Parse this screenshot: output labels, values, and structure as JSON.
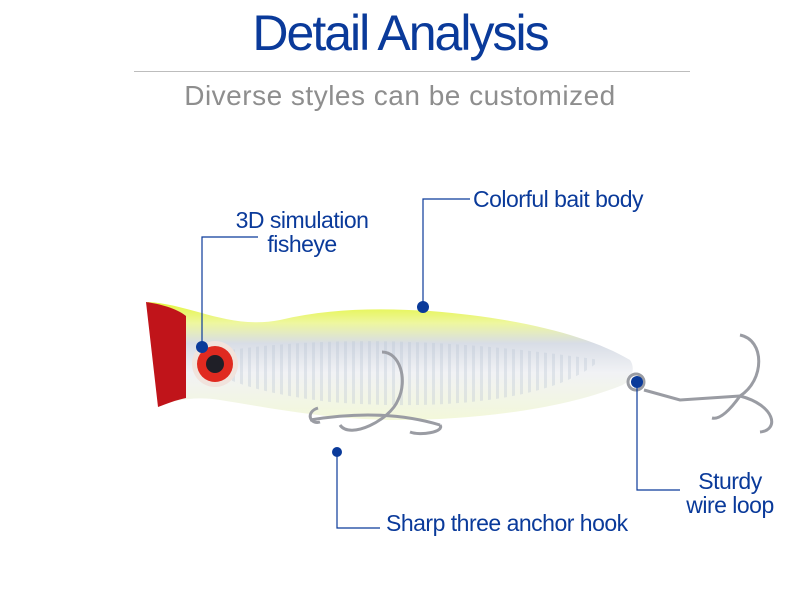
{
  "header": {
    "title": "Detail Analysis",
    "subtitle": "Diverse styles can be customized"
  },
  "callouts": {
    "fisheye_line1": "3D simulation",
    "fisheye_line2": "fisheye",
    "body": "Colorful bait body",
    "hook": "Sharp three anchor hook",
    "loop_line1": "Sturdy",
    "loop_line2": "wire loop"
  },
  "colors": {
    "accent": "#0a3a9a",
    "subtitle": "#8e8e8e",
    "lure_back": "#e6f542",
    "lure_head": "#c0141a"
  }
}
